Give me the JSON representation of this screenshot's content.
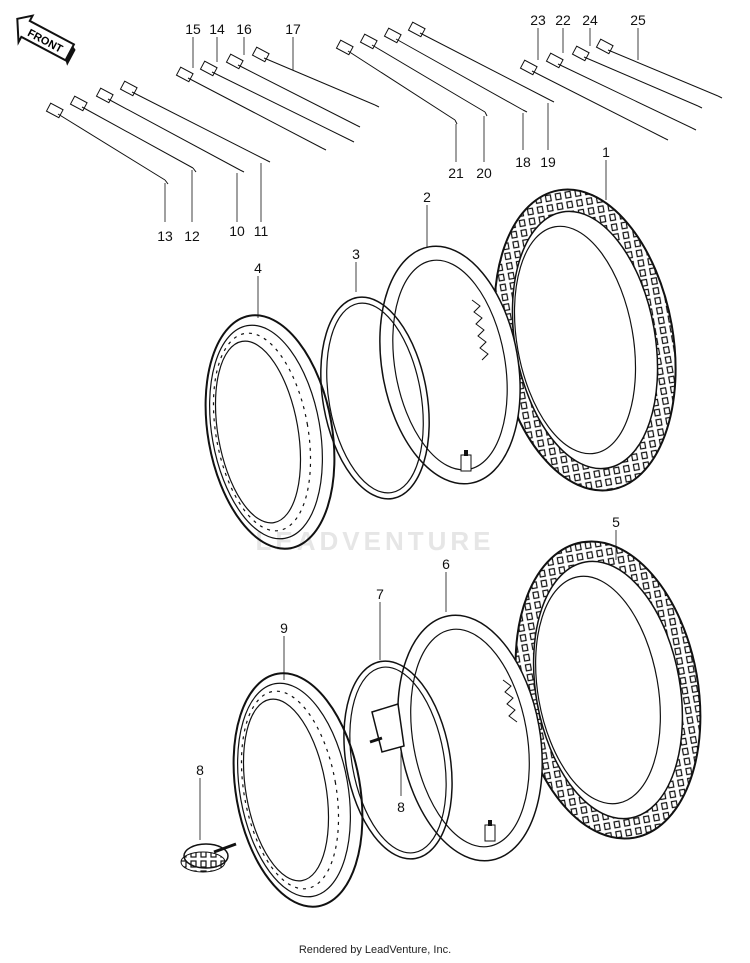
{
  "direction_badge": "FRONT",
  "watermark": "LEADVENTURE",
  "footer": "Rendered by LeadVenture, Inc.",
  "callouts": {
    "c1": "1",
    "c2": "2",
    "c3": "3",
    "c4": "4",
    "c5": "5",
    "c6": "6",
    "c7": "7",
    "c8a": "8",
    "c8b": "8",
    "c9": "9",
    "c10": "10",
    "c11": "11",
    "c12": "12",
    "c13": "13",
    "c14": "14",
    "c15": "15",
    "c16": "16",
    "c17": "17",
    "c18": "18",
    "c19": "19",
    "c20": "20",
    "c21": "21",
    "c22": "22",
    "c23": "23",
    "c24": "24",
    "c25": "25"
  }
}
